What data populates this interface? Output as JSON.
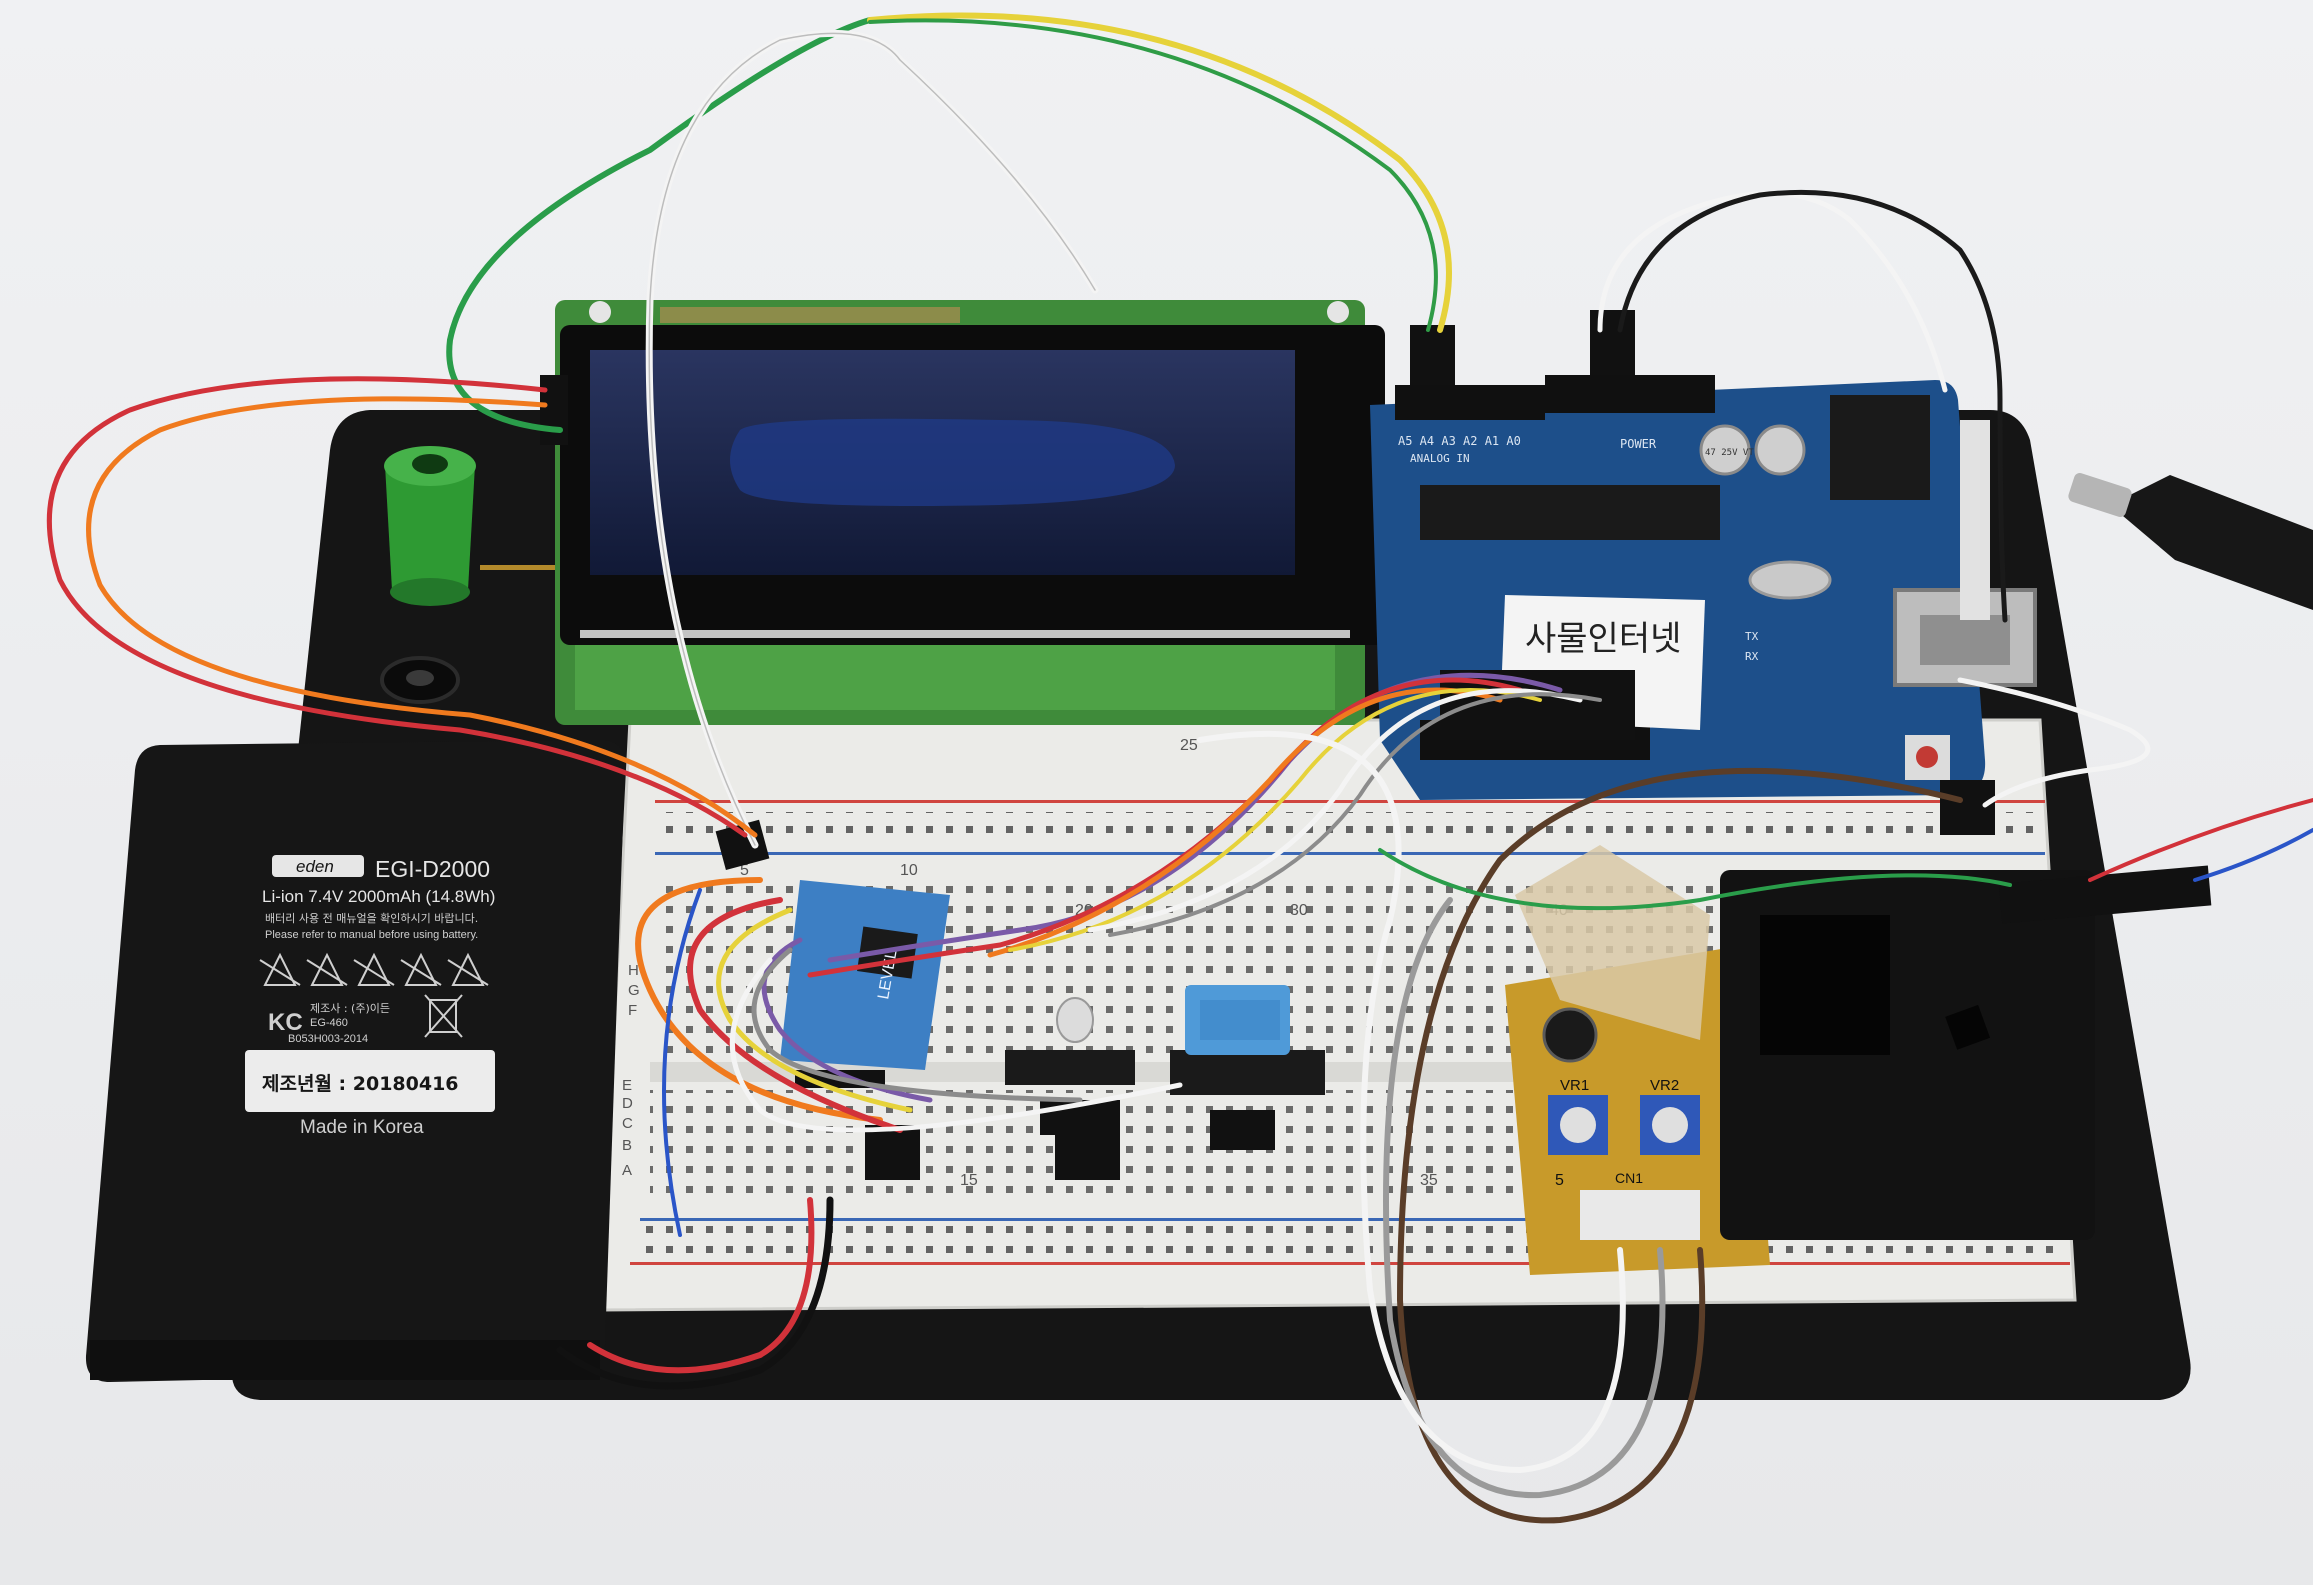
{
  "battery": {
    "brand": "eden",
    "model": "EGI-D2000",
    "spec": "Li-ion 7.4V 2000mAh (14.8Wh)",
    "warning_kr": "배터리 사용 전 매뉴얼을 확인하시기 바랍니다.",
    "warning_en": "Please refer to manual before using battery.",
    "maker": "제조사 : (주)이든",
    "code1": "EG-460",
    "code2": "B053H003-2014",
    "mfg_date": "제조년월 : 20180416",
    "origin": "Made in Korea"
  },
  "arduino": {
    "sticker_text": "사물인터넷",
    "pin_labels": "A5 A4 A3 A2 A1 A0",
    "power_label": "POWER",
    "analog_label": "ANALOG IN",
    "cap_label": "47 25V VT",
    "tx_label": "TX",
    "rx_label": "RX"
  },
  "breadboard": {
    "col_numbers": [
      "5",
      "10",
      "15",
      "20",
      "25",
      "30",
      "35",
      "40"
    ],
    "row_letters_top": [
      "F",
      "G",
      "H"
    ],
    "row_letters_bottom": [
      "A",
      "B",
      "C",
      "D",
      "E"
    ]
  },
  "level_shifter": {
    "label": "LEVEL"
  },
  "dust_sensor": {
    "label_cn": "CN1",
    "label_vr1": "VR1",
    "label_vr2": "VR2",
    "label_pin": "5"
  },
  "colors": {
    "background": "#f2f3f5",
    "board": "#161616",
    "lcd_green": "#3f8b3a",
    "lcd_screen": "#1b2447",
    "arduino_blue": "#1d4f8a",
    "breadboard": "#efefed",
    "rail_red": "#d0453f",
    "rail_blue": "#3a67b5",
    "dht_blue": "#4f9ad8"
  }
}
